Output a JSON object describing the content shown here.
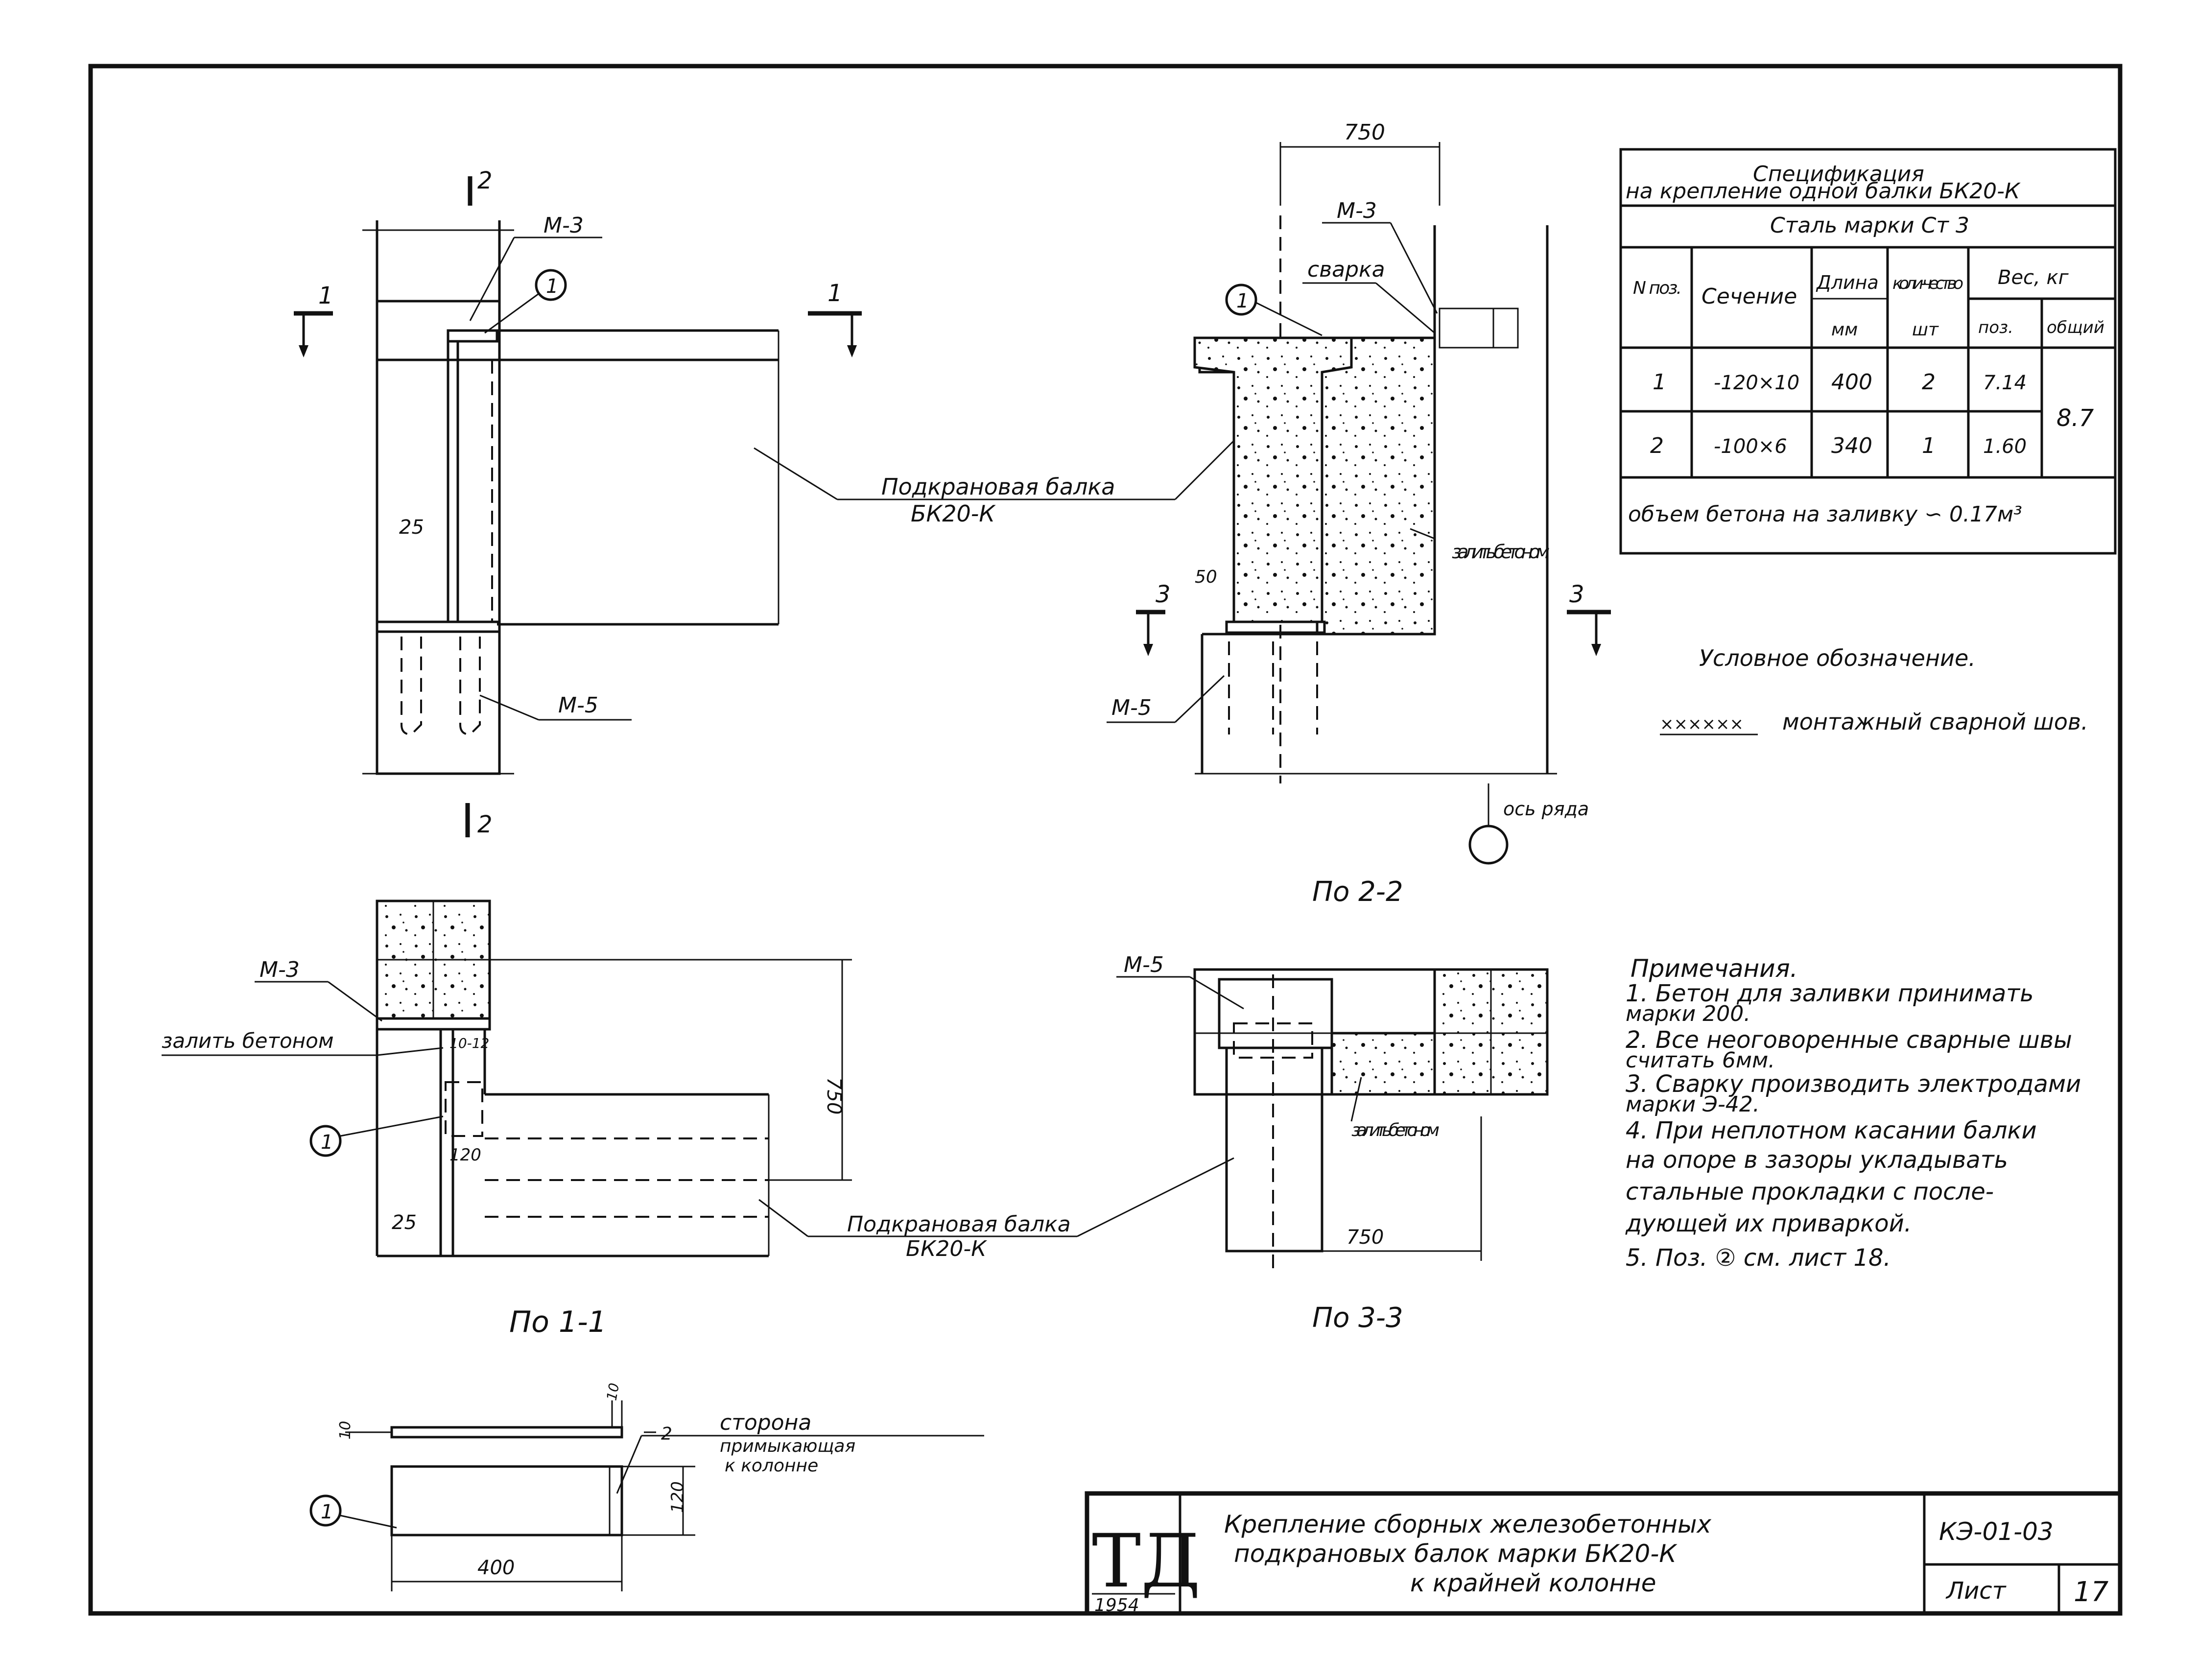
{
  "drawing": {
    "views": {
      "elevation": {
        "section_marks": [
          "1",
          "1",
          "2",
          "2"
        ],
        "labels": {
          "m3": "М-3",
          "m5": "М-5",
          "dim_25": "25",
          "pos": "1"
        }
      },
      "section_2_2": {
        "title": "По 2-2",
        "labels": {
          "dim_750": "750",
          "m3": "М-3",
          "weld": "сварка",
          "pos": "1",
          "dim_50": "50",
          "fill_concrete": "залить бетоном",
          "m5": "М-5",
          "axis": "ось ряда",
          "mark_3_left": "3",
          "mark_3_right": "3"
        }
      },
      "section_1_1": {
        "title": "По 1-1",
        "labels": {
          "m3": "М-3",
          "fill_concrete": "залить бетоном",
          "pos": "1",
          "dim_10_12": "10-12",
          "dim_120": "120",
          "dim_25": "25",
          "dim_750": "750"
        }
      },
      "section_3_3": {
        "title": "По 3-3",
        "labels": {
          "m5": "М-5",
          "fill_concrete": "залить бетоном",
          "dim_750": "750"
        }
      },
      "beam_callout": {
        "line1": "Подкрановая балка",
        "line2": "БК20-К"
      },
      "beam_callout_2": {
        "line1": "Подкрановая балка",
        "line2": "БК20-К"
      },
      "detail_1": {
        "pos": "1",
        "dim_10": "10",
        "dim_10b": "10",
        "dim_2": "2",
        "dim_120": "120",
        "dim_400": "400",
        "note_line1": "сторона",
        "note_line2": "примыкающая",
        "note_line3": "к колонне"
      }
    },
    "spec_table": {
      "title_line1": "Спецификация",
      "title_line2": "на крепление одной балки  БК20-К",
      "steel": "Сталь марки Ст 3",
      "headers": {
        "num": "N поз.",
        "section": "Сечение",
        "length": "Длина",
        "length_unit": "мм",
        "qty": "коли-чество",
        "qty_unit": "шт",
        "weight": "Вес, кг",
        "weight_pos": "поз.",
        "weight_total": "общий"
      },
      "rows": [
        {
          "num": "1",
          "section": "-120×10",
          "length": "400",
          "qty": "2",
          "weight_pos": "7.14"
        },
        {
          "num": "2",
          "section": "-100×6",
          "length": "340",
          "qty": "1",
          "weight_pos": "1.60"
        }
      ],
      "total_weight": "8.7",
      "concrete_volume": "объем бетона на заливку  ∽ 0.17м³"
    },
    "legend": {
      "title": "Условное обозначение.",
      "symbol": "××××××",
      "text": "монтажный сварной шов."
    },
    "notes": {
      "title": "Примечания.",
      "items": [
        "1. Бетон для заливки принимать",
        "    марки 200.",
        "2. Все неоговоренные сварные швы",
        "    считать 6мм.",
        "3. Сварку производить электродами",
        "    марки Э-42.",
        "4. При неплотном касании балки",
        "    на опоре в зазоры укладывать",
        "    стальные прокладки с после-",
        "    дующей их приваркой.",
        "5. Поз. ② см. лист 18."
      ]
    },
    "title_block": {
      "logo": "ТД",
      "year": "1954",
      "title_line1": "Крепление сборных железобетонных",
      "title_line2": "подкрановых балок марки БК20-К",
      "title_line3": "к крайней колонне",
      "code": "КЭ-01-03",
      "sheet_label": "Лист",
      "sheet_no": "17"
    }
  }
}
